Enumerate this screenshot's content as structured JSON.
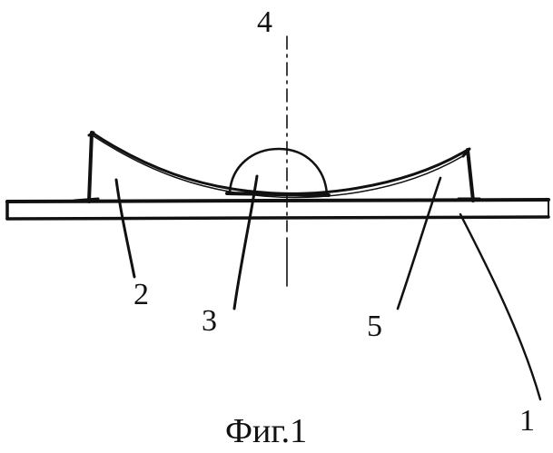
{
  "labels": {
    "plate": "1",
    "stand": "2",
    "lens": "3",
    "axis": "4",
    "membrane": "5"
  },
  "caption": "Фиг.1",
  "colors": {
    "ink": "#111111",
    "background": "#ffffff"
  }
}
